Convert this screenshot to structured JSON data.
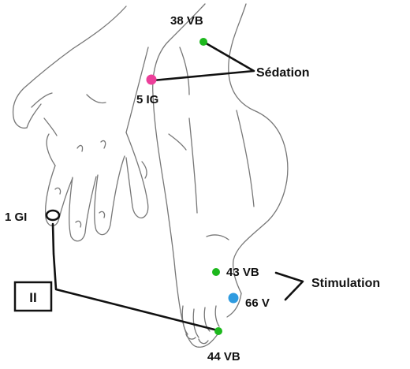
{
  "points": [
    {
      "id": "38vb",
      "label": "38 VB",
      "color": "#1db81d"
    },
    {
      "id": "5ig",
      "label": "5 IG",
      "color": "#ec3f9a"
    },
    {
      "id": "1gi",
      "label": "1 GI",
      "color": "#ffffff"
    },
    {
      "id": "43vb",
      "label": "43 VB",
      "color": "#1db81d"
    },
    {
      "id": "66v",
      "label": "66 V",
      "color": "#2e9be0"
    },
    {
      "id": "44vb",
      "label": "44 VB",
      "color": "#1db81d"
    }
  ],
  "groups": {
    "sedation": "Sédation",
    "stimulation": "Stimulation"
  },
  "box_label": "II"
}
